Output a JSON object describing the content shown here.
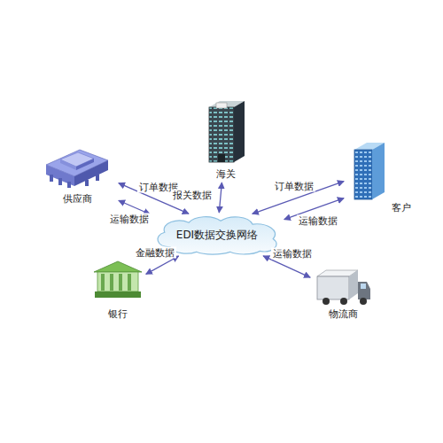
{
  "diagram": {
    "nodes": [
      {
        "text": [
          "海关"
        ]
      },
      {
        "text": [
          "供应商"
        ]
      },
      {
        "text": [
          "客户"
        ]
      },
      {
        "text": [
          "EDI数据交换网络"
        ]
      },
      {
        "text": [
          "银行"
        ]
      },
      {
        "text": [
          "物流商"
        ]
      }
    ],
    "edges": [
      {
        "from": 1,
        "to": 3,
        "label": "订单数据",
        "arrow": "both"
      },
      {
        "from": 1,
        "to": 3,
        "label": "运输数据",
        "arrow": "both"
      },
      {
        "from": 0,
        "to": 3,
        "label": "报关数据",
        "arrow": "both"
      },
      {
        "from": 2,
        "to": 3,
        "label": "订单数据",
        "arrow": "both"
      },
      {
        "from": 2,
        "to": 3,
        "label": "运输数据",
        "arrow": "both"
      },
      {
        "from": 4,
        "to": 3,
        "label": "金融数据",
        "arrow": "both"
      },
      {
        "from": 5,
        "to": 3,
        "label": "运输数据",
        "arrow": "both"
      }
    ]
  }
}
